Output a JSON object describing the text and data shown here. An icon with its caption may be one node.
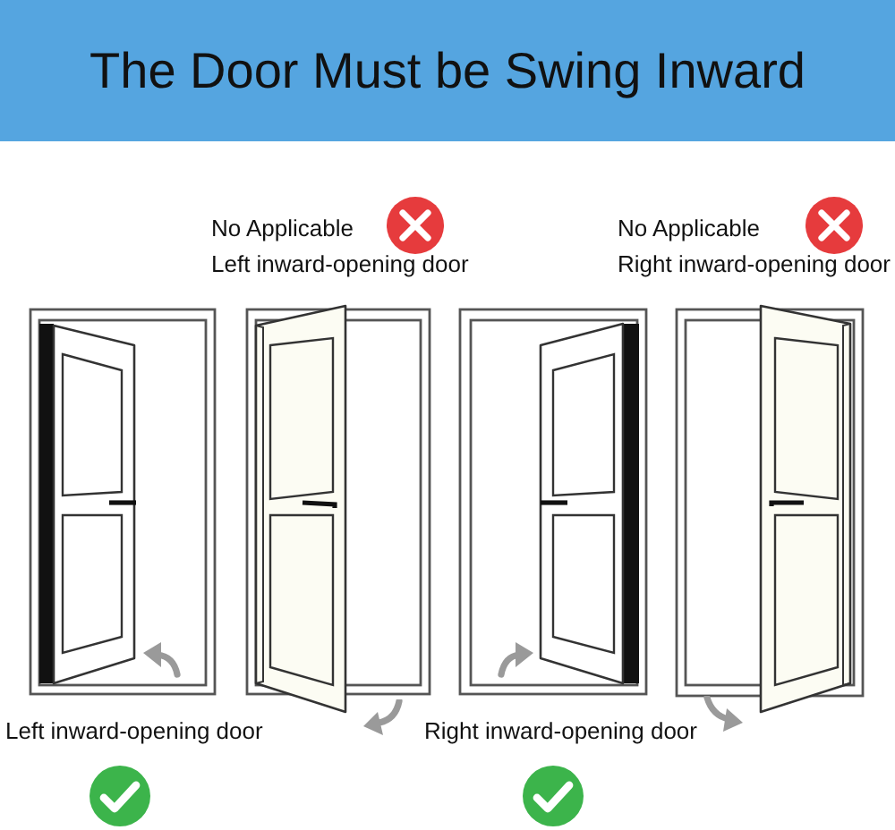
{
  "diagram": {
    "title": "The Door Must be Swing Inward",
    "labels": [
      "No Applicable",
      "Left inward-opening door",
      "No Applicable",
      "Right inward-opening door",
      "Left inward-opening door",
      "Right inward-opening door"
    ]
  }
}
